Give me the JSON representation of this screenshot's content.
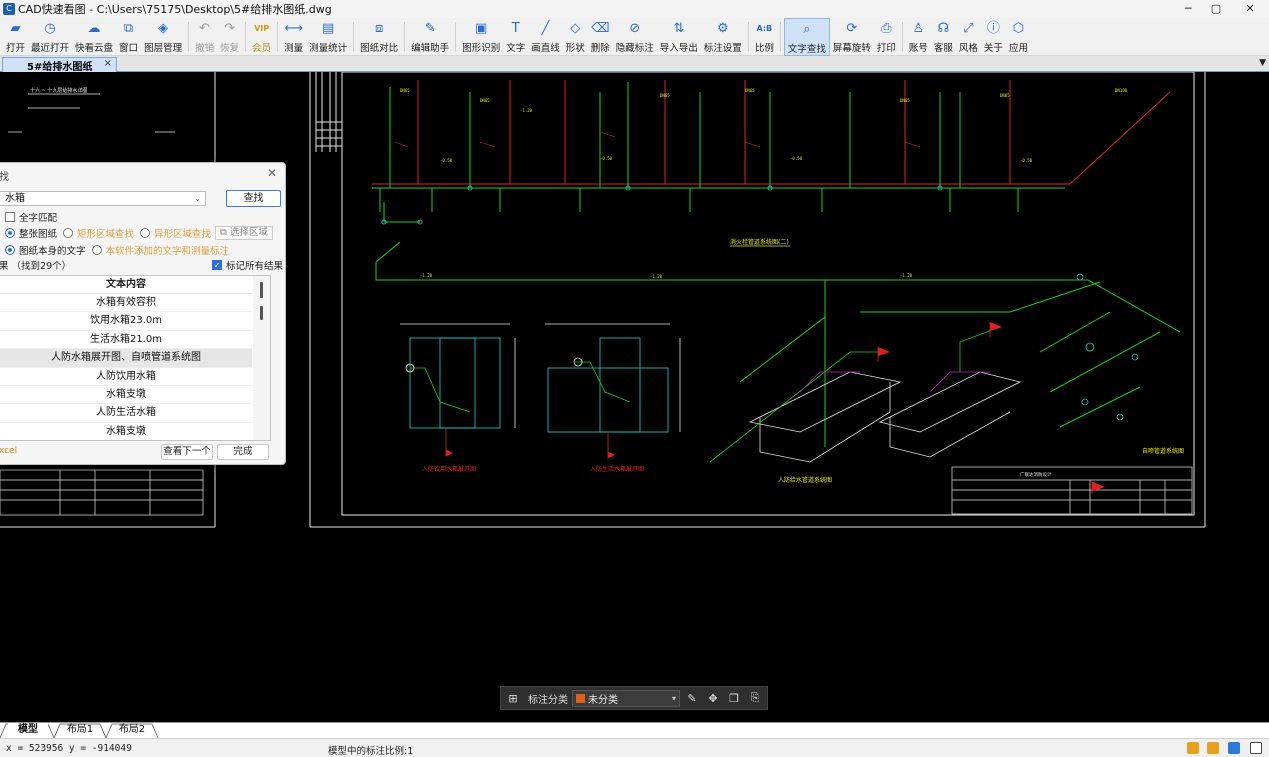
{
  "window": {
    "title": "CAD快速看图 - C:\\Users\\75175\\Desktop\\5#给排水图纸.dwg",
    "app_icon": "cad-app-icon",
    "minimize": "─",
    "maximize": "▢",
    "close": "✕"
  },
  "toolbar": {
    "items": [
      {
        "label": "打开",
        "icon": "folder-icon",
        "glyph": "▰"
      },
      {
        "label": "最近打开",
        "icon": "history-icon",
        "glyph": "◷"
      },
      {
        "label": "快看云盘",
        "icon": "cloud-icon",
        "glyph": "☁"
      },
      {
        "label": "窗口",
        "icon": "window-icon",
        "glyph": "⧉"
      },
      {
        "label": "图层管理",
        "icon": "layers-icon",
        "glyph": "◈"
      },
      {
        "label": "撤销",
        "icon": "undo-icon",
        "glyph": "↶"
      },
      {
        "label": "恢复",
        "icon": "redo-icon",
        "glyph": "↷"
      },
      {
        "label": "会员",
        "icon": "vip-icon",
        "glyph": "VIP"
      },
      {
        "label": "测量",
        "icon": "measure-icon",
        "glyph": "⟷"
      },
      {
        "label": "测量统计",
        "icon": "measure-stats-icon",
        "glyph": "▤"
      },
      {
        "label": "图纸对比",
        "icon": "compare-icon",
        "glyph": "⧈"
      },
      {
        "label": "编辑助手",
        "icon": "edit-helper-icon",
        "glyph": "✎"
      },
      {
        "label": "图形识别",
        "icon": "shape-recognize-icon",
        "glyph": "▣"
      },
      {
        "label": "文字",
        "icon": "text-icon",
        "glyph": "T"
      },
      {
        "label": "画直线",
        "icon": "line-icon",
        "glyph": "╱"
      },
      {
        "label": "形状",
        "icon": "shape-icon",
        "glyph": "◇"
      },
      {
        "label": "删除",
        "icon": "eraser-icon",
        "glyph": "⌫"
      },
      {
        "label": "隐藏标注",
        "icon": "hide-annotation-icon",
        "glyph": "⊘"
      },
      {
        "label": "导入导出",
        "icon": "import-export-icon",
        "glyph": "⇅"
      },
      {
        "label": "标注设置",
        "icon": "annotation-settings-icon",
        "glyph": "⚙"
      },
      {
        "label": "比例",
        "icon": "scale-icon",
        "glyph": "A:B"
      },
      {
        "label": "文字查找",
        "icon": "text-search-icon",
        "glyph": "⌕"
      },
      {
        "label": "屏幕旋转",
        "icon": "rotate-screen-icon",
        "glyph": "⟳"
      },
      {
        "label": "打印",
        "icon": "print-icon",
        "glyph": "⎙"
      },
      {
        "label": "账号",
        "icon": "account-icon",
        "glyph": "♙"
      },
      {
        "label": "客服",
        "icon": "headset-icon",
        "glyph": "☊"
      },
      {
        "label": "风格",
        "icon": "style-icon",
        "glyph": "⤢"
      },
      {
        "label": "关于",
        "icon": "info-icon",
        "glyph": "ⓘ"
      },
      {
        "label": "应用",
        "icon": "apps-icon",
        "glyph": "⬡"
      }
    ]
  },
  "doc_tab": {
    "label": "5#给排水图纸",
    "close": "×",
    "menu": "▼"
  },
  "find_dialog": {
    "title": "找",
    "close": "✕",
    "query": "水箱",
    "dropdown_arrow": "⌄",
    "find_button": "查找",
    "whole_word": "全字匹配",
    "scope_whole": "整张图纸",
    "scope_rect": "矩形区域查找",
    "scope_irregular": "异形区域查找",
    "select_area": "选择区域",
    "source_drawing": "图纸本身的文字",
    "source_added": "本软件添加的文字和测量标注",
    "result_count": "果  （找到29个）",
    "mark_all": "标记所有结果",
    "column_header": "文本内容",
    "results": [
      "水箱有效容积",
      "饮用水箱23.0m",
      "生活水箱21.0m",
      "人防水箱展开图、自喷管道系统图",
      "人防饮用水箱",
      "水箱支墩",
      "人防生活水箱",
      "水箱支墩"
    ],
    "selected_index": 3,
    "export_label": "xcel",
    "next_button": "查看下一个",
    "done_button": "完成"
  },
  "annotation_bar": {
    "label": "标注分类",
    "value": "未分类",
    "swatch_color": "#e0601a"
  },
  "layout_tabs": {
    "items": [
      "模型",
      "布局1",
      "布局2"
    ],
    "active": 0
  },
  "status": {
    "coords": "x = 523956  y = -914049",
    "scale_text": "模型中的标注比例:1"
  },
  "drawing": {
    "labels": {
      "sys_title_1": "消火栓管道系统图(二)",
      "tank_plan_1": "人防饮用水箱展开图",
      "tank_plan_2": "人防生活水箱展开图",
      "tank_iso": "人防给水管道系统图",
      "spray_sys": "自喷管道系统图",
      "left_title": "十六 ~ 十九层给排水详图",
      "title_block_name": "广联达消防设计"
    },
    "colors": {
      "green": "#19d419",
      "red": "#e02020",
      "cyan": "#1ad2d2",
      "yellow": "#e8e81a",
      "white": "#e8e8e8",
      "magenta": "#d21ad2"
    }
  }
}
